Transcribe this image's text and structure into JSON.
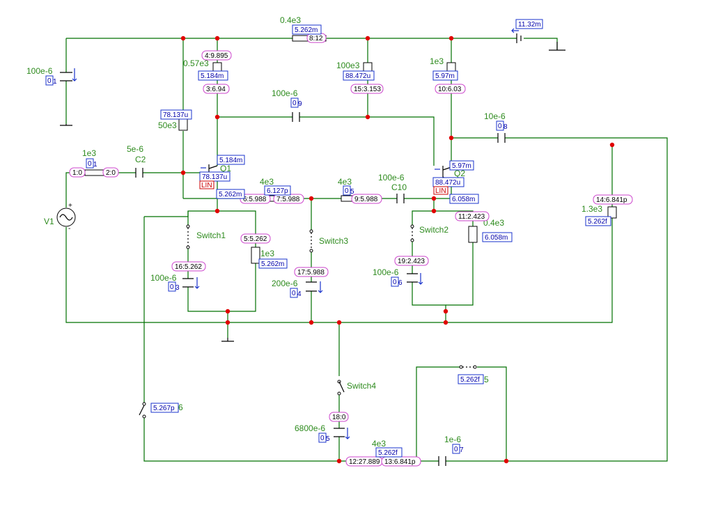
{
  "components": {
    "r_top_mid": "0.4e3",
    "r_top_left": "0.57e3",
    "r_top_mid2": "100e3",
    "r_top_right": "1e3",
    "c_left_top": "100e-6",
    "c_mid_top": "100e-6",
    "c_right_top": "10e-6",
    "r_bias_left": "50e3",
    "r_input": "1e3",
    "c2_value": "5e-6",
    "c2_name": "C2",
    "q1_name": "Q1",
    "q2_name": "Q2",
    "r_mid_left": "4e3",
    "r_mid_right": "4e3",
    "c10_value": "100e-6",
    "c10_name": "C10",
    "r_out_right": "1.3e3",
    "v1_name": "V1",
    "r_emitter1": "1e3",
    "c_emit1": "100e-6",
    "c_sw3": "200e-6",
    "r_emitter2": "0.4e3",
    "c_emit2": "100e-6",
    "c_sw4": "6800e-6",
    "r_bottom": "4e3",
    "c_bottom": "1e-6",
    "switch1": "Switch1",
    "switch2": "Switch2",
    "switch3": "Switch3",
    "switch4": "Switch4"
  },
  "node_labels": [
    {
      "id": "n4",
      "text": "4:9.895"
    },
    {
      "id": "n8",
      "text": "8:12"
    },
    {
      "id": "n3",
      "text": "3:6.94"
    },
    {
      "id": "n15",
      "text": "15:3.153"
    },
    {
      "id": "n10",
      "text": "10:6.03"
    },
    {
      "id": "n1",
      "text": "1:0"
    },
    {
      "id": "n2",
      "text": "2:0"
    },
    {
      "id": "n6",
      "text": "6:5.988"
    },
    {
      "id": "n7",
      "text": "7:5.988"
    },
    {
      "id": "n9",
      "text": "9:5.988"
    },
    {
      "id": "n14",
      "text": "14:6.841p"
    },
    {
      "id": "n5",
      "text": "5:5.262"
    },
    {
      "id": "n16",
      "text": "16:5.262"
    },
    {
      "id": "n11",
      "text": "11:2.423"
    },
    {
      "id": "n19",
      "text": "19:2.423"
    },
    {
      "id": "n17",
      "text": "17:5.988"
    },
    {
      "id": "n18",
      "text": "18:0"
    },
    {
      "id": "n12",
      "text": "12:27.889"
    },
    {
      "id": "n13",
      "text": "13:6.841p"
    }
  ],
  "value_labels": [
    {
      "id": "v_battery",
      "text": "11.32m"
    },
    {
      "id": "v_rtop",
      "text": "5.262m"
    },
    {
      "id": "v_r057",
      "text": "5.184m"
    },
    {
      "id": "v_r100e3",
      "text": "88.472u"
    },
    {
      "id": "v_r1e3",
      "text": "5.97m"
    },
    {
      "id": "v_c_left",
      "text": "0"
    },
    {
      "id": "v_c_mid",
      "text": "0"
    },
    {
      "id": "v_c_right",
      "text": "0"
    },
    {
      "id": "v_r50e3",
      "text": "78.137u"
    },
    {
      "id": "v_rin",
      "text": "0"
    },
    {
      "id": "v_q1c",
      "text": "5.184m"
    },
    {
      "id": "v_q1b",
      "text": "78.137u"
    },
    {
      "id": "v_q1e",
      "text": "5.262m"
    },
    {
      "id": "v_q2c",
      "text": "5.97m"
    },
    {
      "id": "v_q2b",
      "text": "88.472u"
    },
    {
      "id": "v_q2e",
      "text": "6.058m"
    },
    {
      "id": "v_r4e3a",
      "text": "6.127p"
    },
    {
      "id": "v_r4e3b",
      "text": "0"
    },
    {
      "id": "v_r13",
      "text": "5.262f"
    },
    {
      "id": "v_re1",
      "text": "5.262m"
    },
    {
      "id": "v_ce1",
      "text": "0"
    },
    {
      "id": "v_c200",
      "text": "0"
    },
    {
      "id": "v_re2",
      "text": "6.058m"
    },
    {
      "id": "v_ce2",
      "text": "0"
    },
    {
      "id": "v_c6800",
      "text": "0"
    },
    {
      "id": "v_rb",
      "text": "5.262f"
    },
    {
      "id": "v_c1e6",
      "text": "0"
    },
    {
      "id": "v_sw5",
      "text": "5.262f"
    },
    {
      "id": "v_sw6",
      "text": "5.267p"
    }
  ],
  "aux": {
    "lin1": "LIN",
    "lin2": "LIN",
    "sw5_suffix": "5",
    "sw6_suffix": "6",
    "idx_c_left": "1",
    "idx_c_mid": "9",
    "idx_c_right": "8",
    "idx_rin": "1",
    "idx_r4e3b": "5",
    "idx_ce1": "3",
    "idx_c200": "4",
    "idx_ce2": "6",
    "idx_c6800": "5",
    "idx_c1e6": "7",
    "v1_plus": "+",
    "v1_minus": "-"
  },
  "colors": {
    "wire": "#007000",
    "label_green": "#2e8b1e",
    "node_box": "#cc44cc",
    "value_box": "#1a33cc",
    "junction": "#e00000",
    "lin_box": "#cc0000"
  }
}
